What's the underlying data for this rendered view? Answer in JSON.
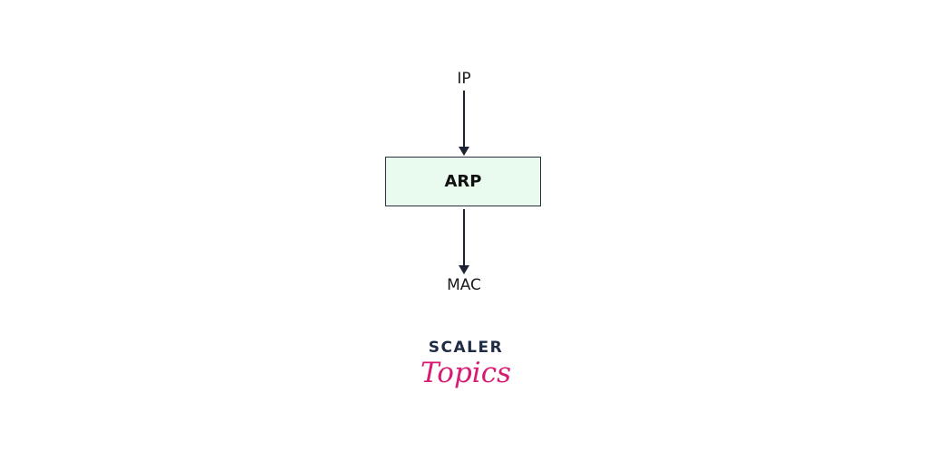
{
  "diagram": {
    "input_label": "IP",
    "process_label": "ARP",
    "output_label": "MAC"
  },
  "logo": {
    "line1": "SCALER",
    "line2": "Topics"
  },
  "colors": {
    "box_fill": "#e8fbee",
    "arrow": "#1c2333",
    "logo_dark": "#1f2a44",
    "logo_pink": "#d81b72"
  }
}
